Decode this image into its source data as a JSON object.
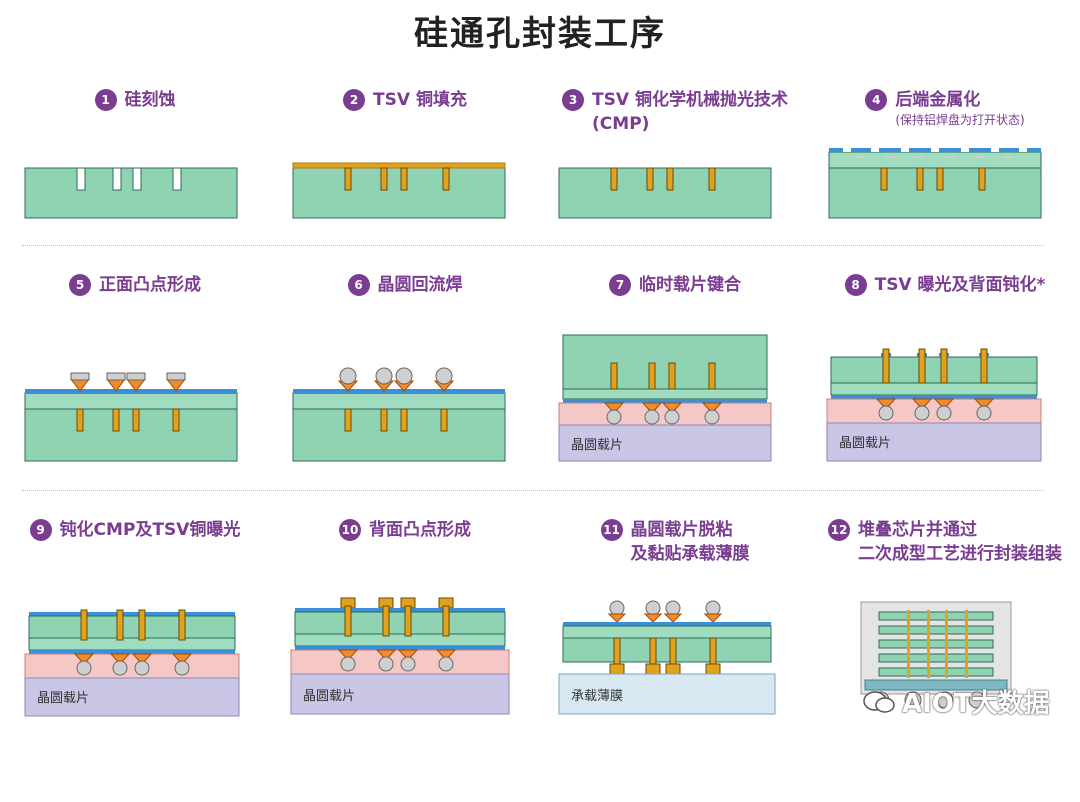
{
  "title": "硅通孔封装工序",
  "steps": [
    {
      "num": "1",
      "label": "硅刻蚀"
    },
    {
      "num": "2",
      "label": "TSV 铜填充"
    },
    {
      "num": "3",
      "label": "TSV 铜化学机械抛光技术\n(CMP)"
    },
    {
      "num": "4",
      "label": "后端金属化",
      "sub": "(保持铝焊盘为打开状态)"
    },
    {
      "num": "5",
      "label": "正面凸点形成"
    },
    {
      "num": "6",
      "label": "晶圆回流焊"
    },
    {
      "num": "7",
      "label": "临时载片键合"
    },
    {
      "num": "8",
      "label": "TSV 曝光及背面钝化*"
    },
    {
      "num": "9",
      "label": "钝化CMP及TSV铜曝光"
    },
    {
      "num": "10",
      "label": "背面凸点形成"
    },
    {
      "num": "11",
      "label": "晶圆载片脱粘\n及黏贴承载薄膜"
    },
    {
      "num": "12",
      "label": "堆叠芯片并通过\n二次成型工艺进行封装组装"
    }
  ],
  "carrier_labels": {
    "wafer_carrier": "晶圆载片",
    "carrier_film": "承载薄膜"
  },
  "watermark": "AIOT大数据",
  "colors": {
    "accent": "#7a3d92",
    "silicon": "#8fd3b3",
    "copper": "#e0a21f",
    "dielectric": "#3a8fd6",
    "carrier": "#c9c6e6",
    "adhesive": "#f5c8c6"
  }
}
